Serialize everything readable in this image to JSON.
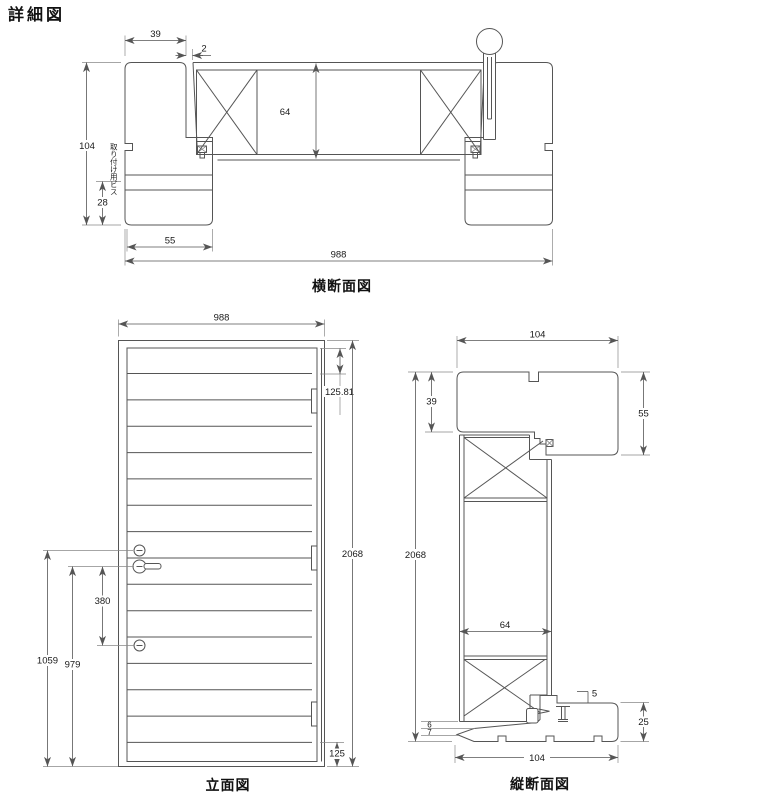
{
  "title": "詳細図",
  "colors": {
    "line": "#555555",
    "text": "#1a1a1a",
    "background": "#ffffff"
  },
  "cross_section": {
    "label": "横断面図",
    "note": "取り付け用ビス",
    "dims": {
      "jamb_face": "39",
      "clearance": "2",
      "frame_depth": "104",
      "door_thickness": "64",
      "screw_offset": "28",
      "jamb_width": "55",
      "overall_width": "988"
    }
  },
  "elevation": {
    "label": "立面図",
    "dims": {
      "overall_width": "988",
      "top_groove_pitch": "125.81",
      "overall_height": "2068",
      "bottom_rail": "125",
      "handle_to_lock": "380",
      "handle_height": "979",
      "lock_height": "1059"
    }
  },
  "vertical_section": {
    "label": "縦断面図",
    "dims": {
      "head_depth": "104",
      "head_face": "39",
      "head_width": "55",
      "overall_height": "2068",
      "door_thickness": "64",
      "sill_lip": "5",
      "sill_height": "25",
      "gap_upper": "6",
      "gap_lower": "7",
      "sill_depth": "104"
    }
  }
}
